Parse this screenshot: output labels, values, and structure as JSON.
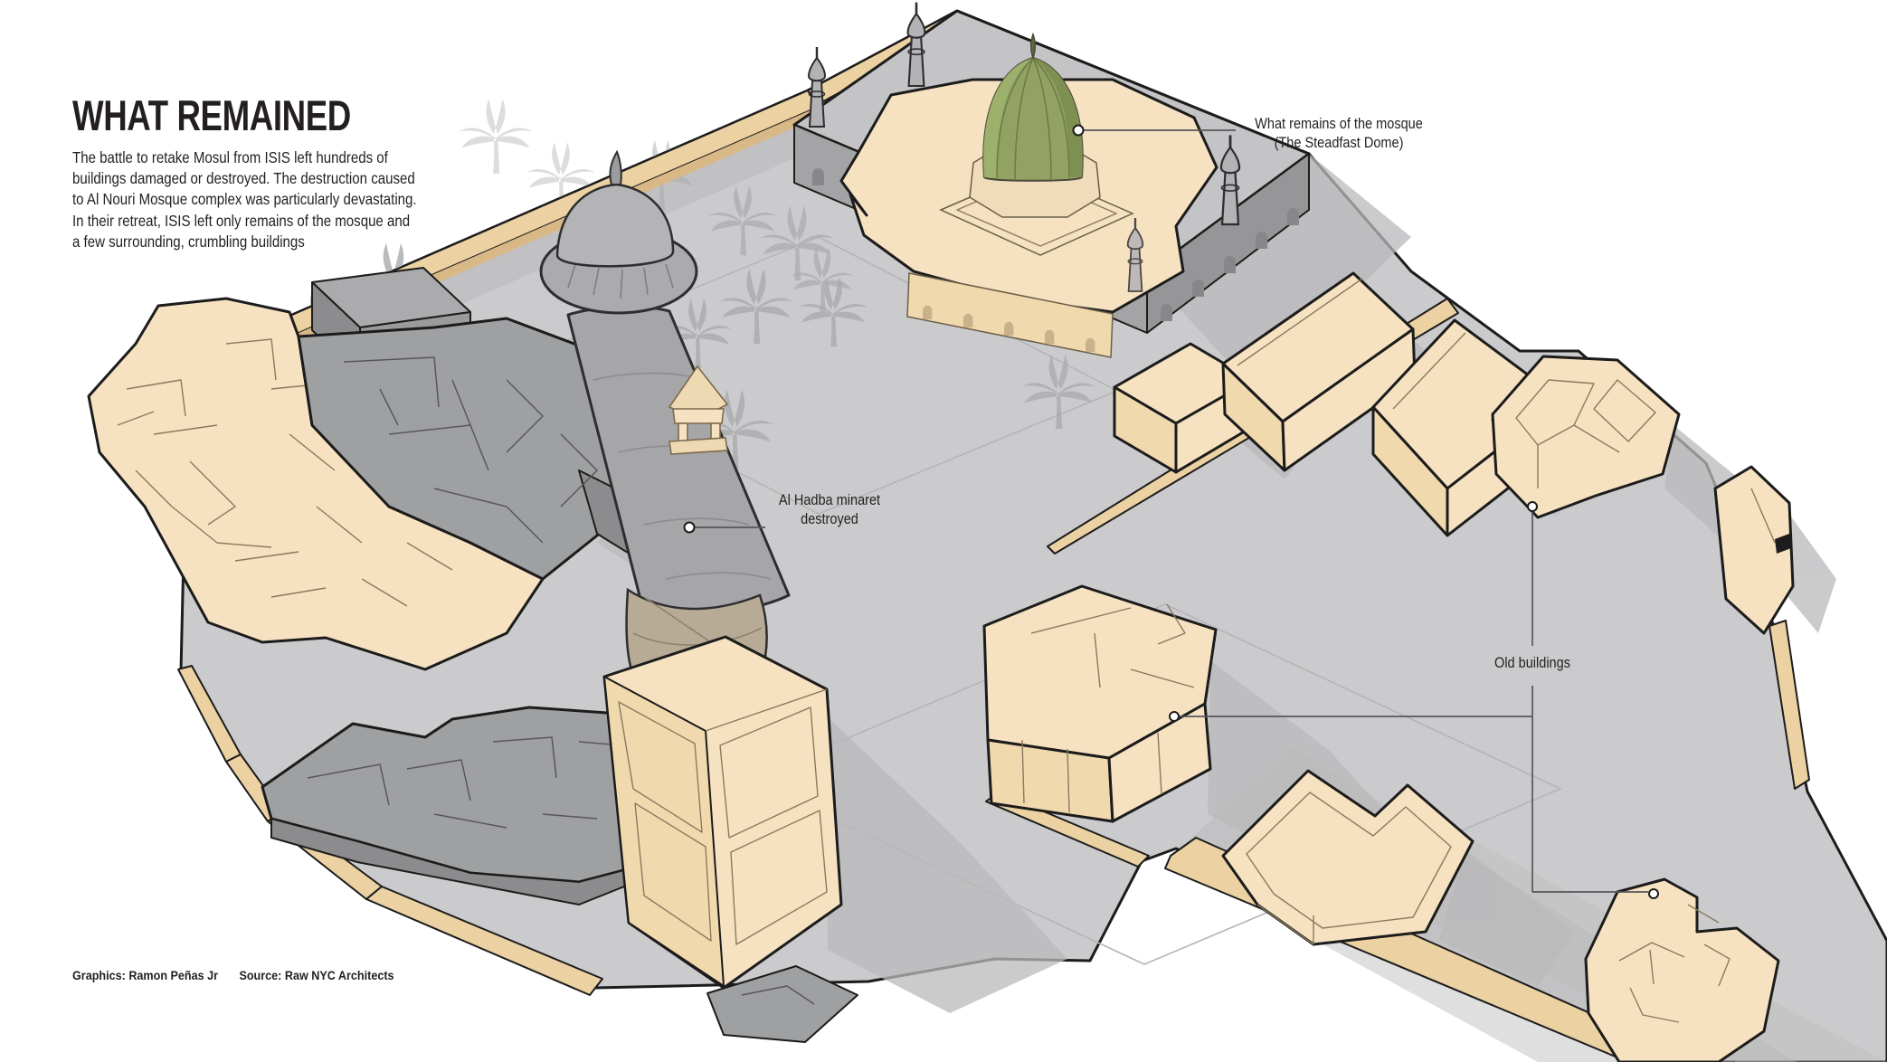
{
  "title": "WHAT REMAINED",
  "intro": {
    "lines": [
      "The battle to retake Mosul from ISIS left hundreds of",
      "buildings damaged or destroyed. The destruction caused",
      "to Al Nouri Mosque complex was particularly devastating.",
      "In their retreat, ISIS left only remains of the mosque and",
      "a few surrounding, crumbling buildings"
    ]
  },
  "annotations": {
    "mosque": {
      "line1": "What remains of the mosque",
      "line2": "(The Steadfast Dome)"
    },
    "minaret": {
      "line1": "Al Hadba minaret",
      "line2": "destroyed"
    },
    "old_buildings": {
      "label": "Old buildings"
    }
  },
  "credits": {
    "graphics": "Graphics: Ramon Peñas Jr",
    "source": "Source: Raw NYC Architects"
  },
  "colors": {
    "background": "#ffffff",
    "ground": "#cbcbcd",
    "ground_shadow": "#b9b9bb",
    "tan_building": "#f6e2c0",
    "tan_face": "#f1d9ae",
    "tan_wall": "#ecd2a2",
    "tan_wall_dark": "#d9b887",
    "ruined_gray": "#9fa0a2",
    "ruined_gray_dark": "#8c8c8e",
    "minaret_gray": "#a6a6a8",
    "stub_beige": "#b7ab96",
    "dome_green": "#93a263",
    "dome_green_dark": "#7e9051",
    "dome_green_light": "#9db06c",
    "outline": "#1c1c1c",
    "detail_line": "#8a7a5f",
    "palm_gray": "#a9aaac",
    "leader_line": "#55565a",
    "text": "#231f20"
  }
}
